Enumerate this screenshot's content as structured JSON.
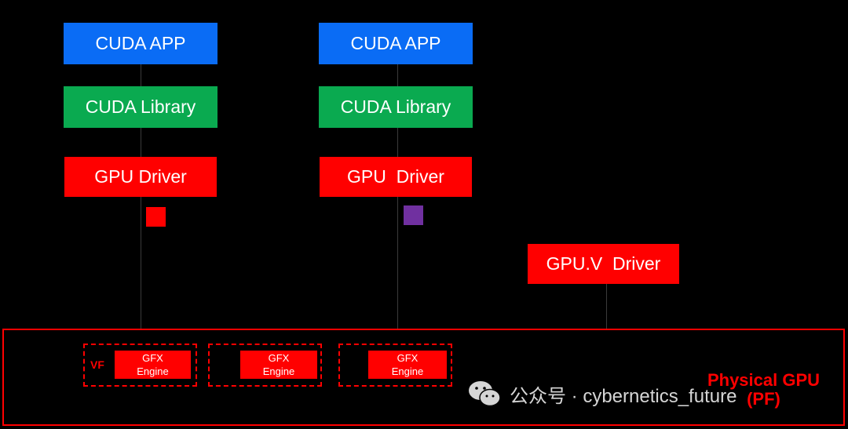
{
  "stacks": [
    {
      "app": "CUDA APP",
      "library": "CUDA Library",
      "driver": "GPU Driver",
      "connector_color": "#ff0000"
    },
    {
      "app": "CUDA APP",
      "library": "CUDA Library",
      "driver": "GPU  Driver",
      "connector_color": "#7030a0"
    }
  ],
  "hypervisor": {
    "driver": "GPU.V  Driver"
  },
  "physical_gpu": {
    "label_line1": "Physical GPU",
    "label_line2": "(PF)",
    "vf_label": "VF",
    "engines": [
      {
        "line1": "GFX",
        "line2": "Engine"
      },
      {
        "line1": "GFX",
        "line2": "Engine"
      },
      {
        "line1": "GFX",
        "line2": "Engine"
      }
    ]
  },
  "watermark": {
    "text": "公众号 · cybernetics_future"
  },
  "colors": {
    "app": "#0a6cf5",
    "library": "#0aaa50",
    "driver": "#ff0000",
    "border": "#ff0000"
  }
}
